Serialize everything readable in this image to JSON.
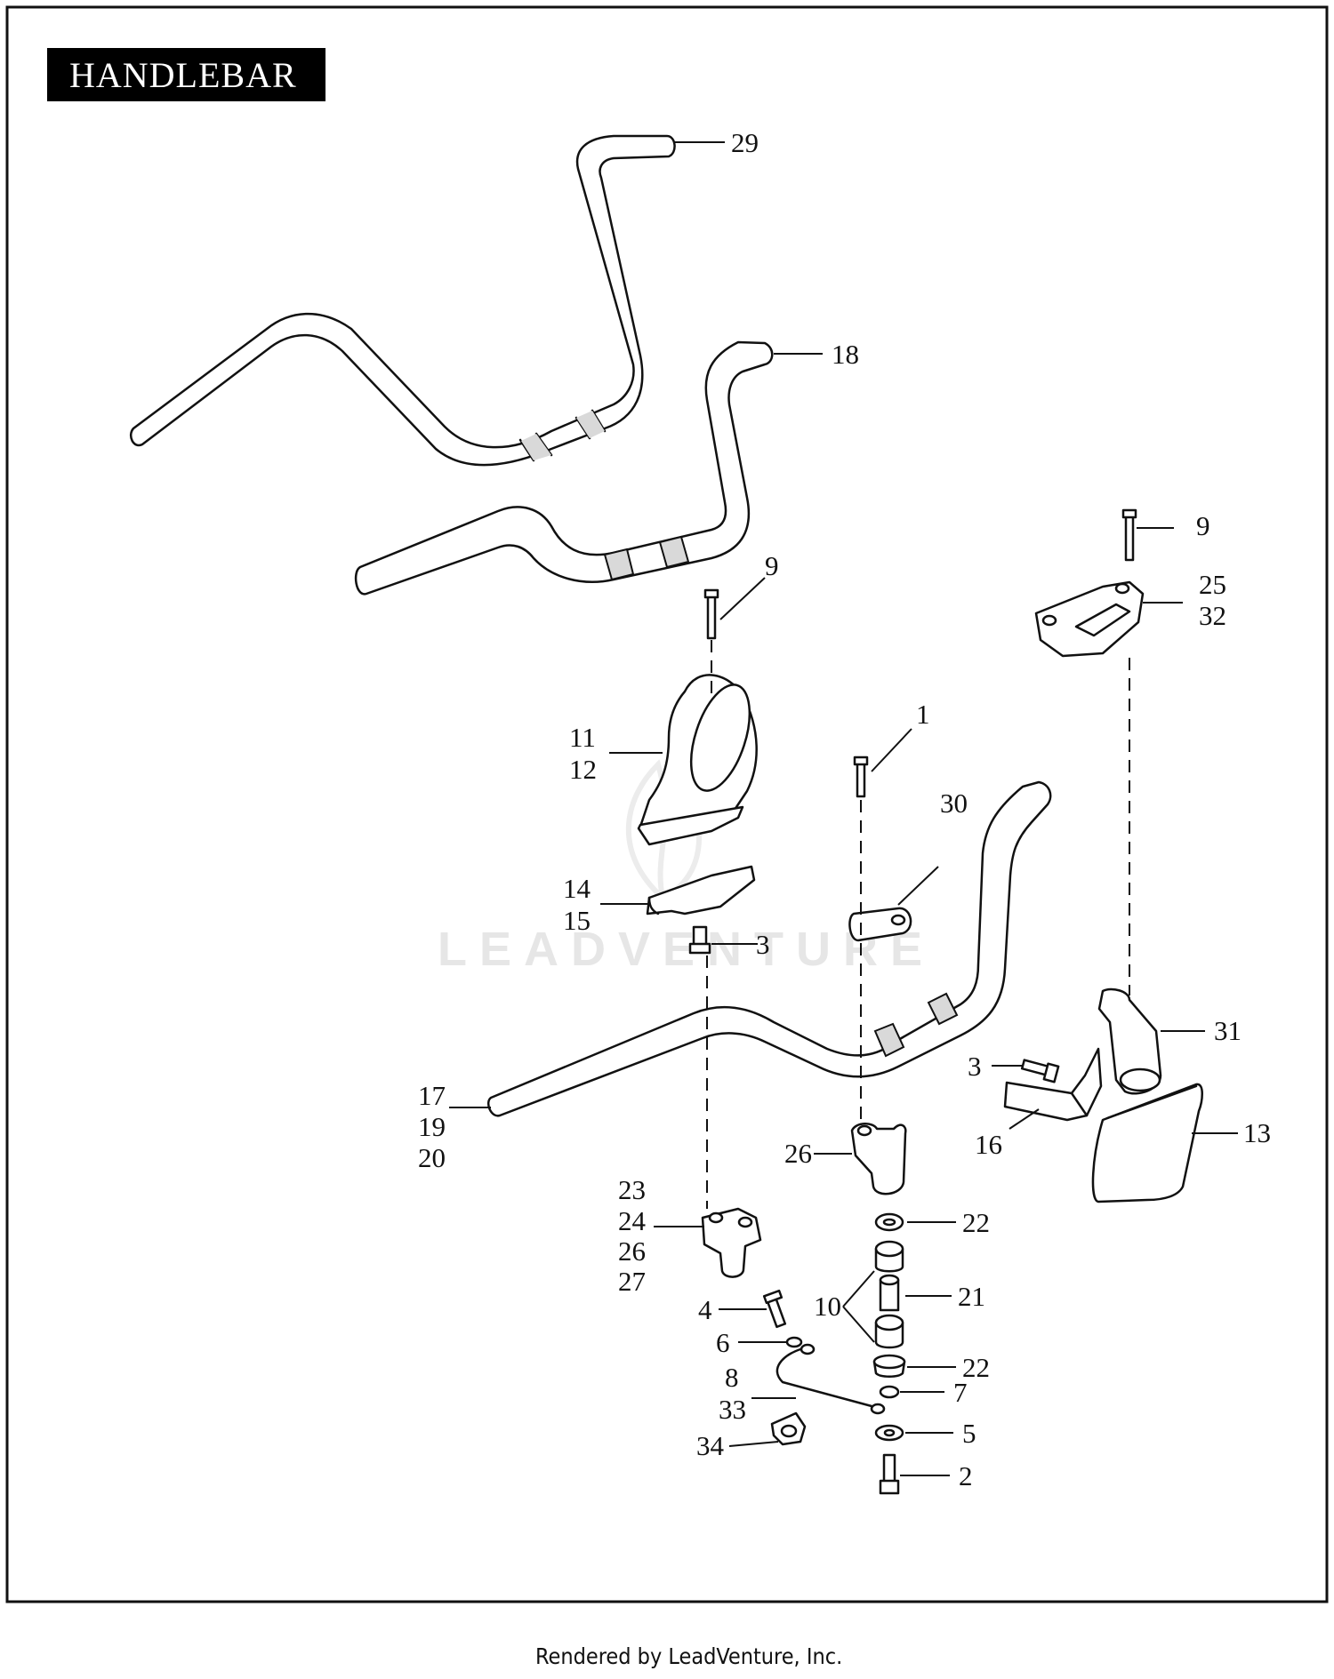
{
  "title": "HANDLEBAR",
  "footer": "Rendered by LeadVenture, Inc.",
  "watermark": "LEADVENTURE",
  "callouts": {
    "p29": "29",
    "p18": "18",
    "p9a": "9",
    "p9b": "9",
    "p25_32": [
      "25",
      "32"
    ],
    "p1": "1",
    "p11_12": [
      "11",
      "12"
    ],
    "p30": "30",
    "p14_15": [
      "14",
      "15"
    ],
    "p3a": "3",
    "p31": "31",
    "p3b": "3",
    "p17_19_20": [
      "17",
      "19",
      "20"
    ],
    "p16": "16",
    "p13": "13",
    "p26": "26",
    "p23_27": [
      "23",
      "24",
      "26",
      "27"
    ],
    "p22a": "22",
    "p10": "10",
    "p21": "21",
    "p4": "4",
    "p6": "6",
    "p8_33": [
      "8",
      "33"
    ],
    "p22b": "22",
    "p7": "7",
    "p5": "5",
    "p34": "34",
    "p2": "2"
  }
}
